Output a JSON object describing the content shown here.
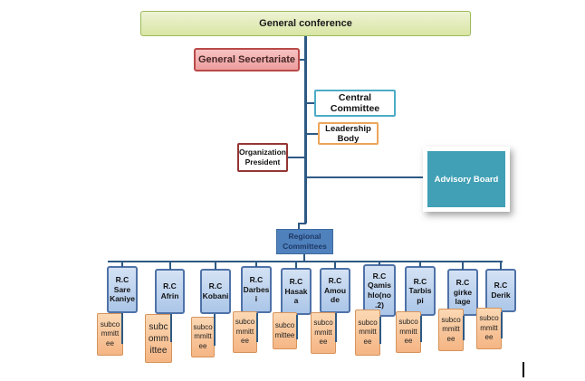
{
  "nodes": {
    "general_conference": {
      "label": "General conference"
    },
    "general_secertariate": {
      "label": "General Secertariate"
    },
    "central_committee": {
      "label": "Central Committee"
    },
    "leadership_body": {
      "label": "Leadership Body"
    },
    "organization_president": {
      "label": "Organization\nPresident"
    },
    "advisory_board": {
      "label": "Advisory Board"
    },
    "regional_committees": {
      "label": "Regional\nCommittees"
    }
  },
  "branches": [
    {
      "label": "R.C\nSare\nKaniye",
      "sub_label": "subco\nmmitt\nee"
    },
    {
      "label": "R.C\nAfrin",
      "sub_label": "subc\nomm\nittee"
    },
    {
      "label": "R.C\nKobani",
      "sub_label": "subco\nmmitt\nee"
    },
    {
      "label": "R.C\nDarbes\ni",
      "sub_label": "subco\nmmitt\nee"
    },
    {
      "label": "R.C\nHasak\na",
      "sub_label": "subco\nmittee"
    },
    {
      "label": "R.C\nAmou\nde",
      "sub_label": "subco\nmmitt\nee"
    },
    {
      "label": "R.C\nQamis\nhlo(no\n.2)",
      "sub_label": "subco\nmmitt\nee"
    },
    {
      "label": "R.C\nTarbis\npi",
      "sub_label": "subco\nmmitt\nee"
    },
    {
      "label": "R.C\ngirke\nlage",
      "sub_label": "subco\nmmitt\nee"
    },
    {
      "label": "R.C\nDerik",
      "sub_label": "subco\nmmitt\nee"
    }
  ],
  "colors": {
    "conference_fill": "#dce9b4",
    "conference_border": "#9bbb59",
    "secretariate_fill": "#f2a9a9",
    "secretariate_border": "#b94a48",
    "central_committee_border": "#4bacc6",
    "leadership_border": "#eda55a",
    "president_border": "#943634",
    "advisory_fill": "#41a0b5",
    "regional_fill": "#4f81bd",
    "regional_text": "#1f3864",
    "rc_fill": "#c3d6ee",
    "rc_border": "#4f72a8",
    "sub_fill": "#fac090",
    "sub_border": "#d6945c",
    "connector": "#2e5a84"
  }
}
